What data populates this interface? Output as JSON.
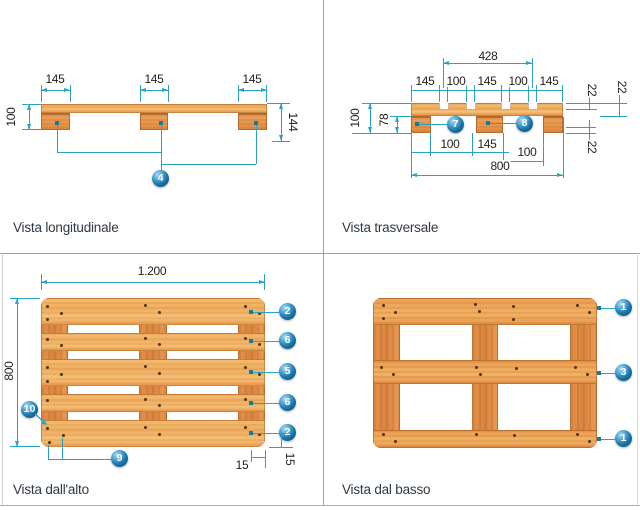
{
  "colors": {
    "dimension_teal": "#2aa2c4",
    "callout_blue": "#1b77ab",
    "wood_light": "#f3ba6c",
    "wood_dark": "#d98340",
    "divider_gray": "#9aa0a5",
    "dim_text": "#1e1e1c",
    "title_text": "#2f3943"
  },
  "labels": {
    "longitudinale": "Vista longitudinale",
    "trasversale": "Vista trasversale",
    "alto": "Vista dall'alto",
    "basso": "Vista dal basso"
  },
  "longitudinale": {
    "d145a": "145",
    "d145b": "145",
    "d145c": "145",
    "d100": "100",
    "d144": "144",
    "c4": "4"
  },
  "trasversale": {
    "d428": "428",
    "b145a": "145",
    "g100a": "100",
    "b145b": "145",
    "g100b": "100",
    "b145c": "145",
    "t22a": "22",
    "t22b": "22",
    "t22c": "22",
    "d100": "100",
    "d78": "78",
    "u100a": "100",
    "u145": "145",
    "u100b": "100",
    "d800": "800",
    "c7": "7",
    "c8": "8"
  },
  "alto": {
    "d1200": "1.200",
    "d800": "800",
    "d15x": "15",
    "d15y": "15",
    "c2a": "2",
    "c6a": "6",
    "c5": "5",
    "c6b": "6",
    "c2b": "2",
    "c10": "10",
    "c9": "9"
  },
  "basso": {
    "c1a": "1",
    "c3": "3",
    "c1b": "1"
  }
}
